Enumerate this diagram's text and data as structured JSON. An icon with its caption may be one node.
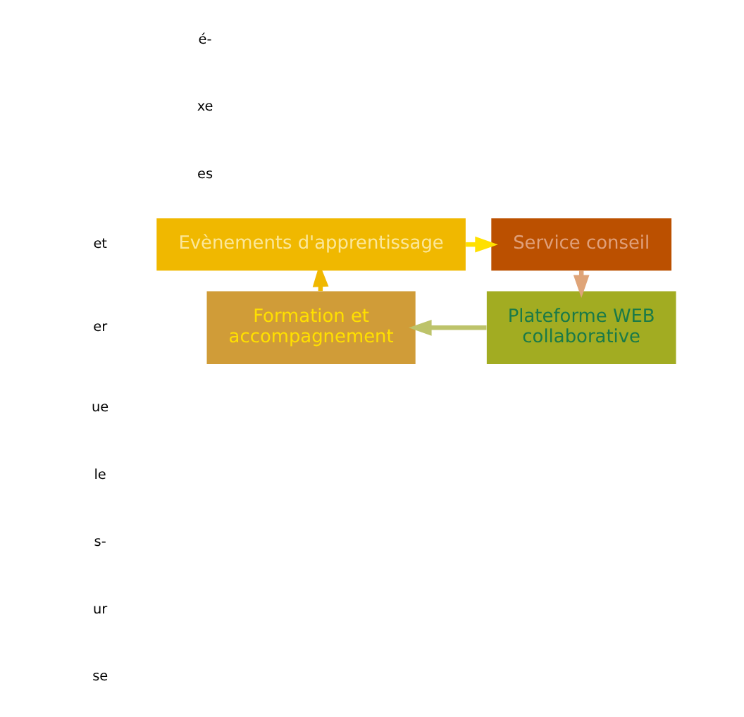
{
  "diagram": {
    "nodes": [
      {
        "text": [
          "Evènements d'apprentissage"
        ]
      },
      {
        "text": [
          "Service conseil"
        ]
      },
      {
        "text": [
          "Plateforme WEB",
          "collaborative"
        ]
      },
      {
        "text": [
          "Formation et",
          "accompagnement"
        ]
      }
    ],
    "edges": [
      {
        "from": 0,
        "to": 1,
        "arrow": "to",
        "color": "#ffe000"
      },
      {
        "from": 1,
        "to": 2,
        "arrow": "to",
        "color": "#dfa478"
      },
      {
        "from": 2,
        "to": 3,
        "arrow": "to",
        "color": "#bdc36a"
      },
      {
        "from": 3,
        "to": 0,
        "arrow": "to",
        "color": "#f0b800"
      }
    ],
    "labels": [
      "é-",
      "xe",
      "es",
      "et",
      "er",
      "ue",
      "le",
      "s-",
      "ur",
      "se"
    ]
  }
}
